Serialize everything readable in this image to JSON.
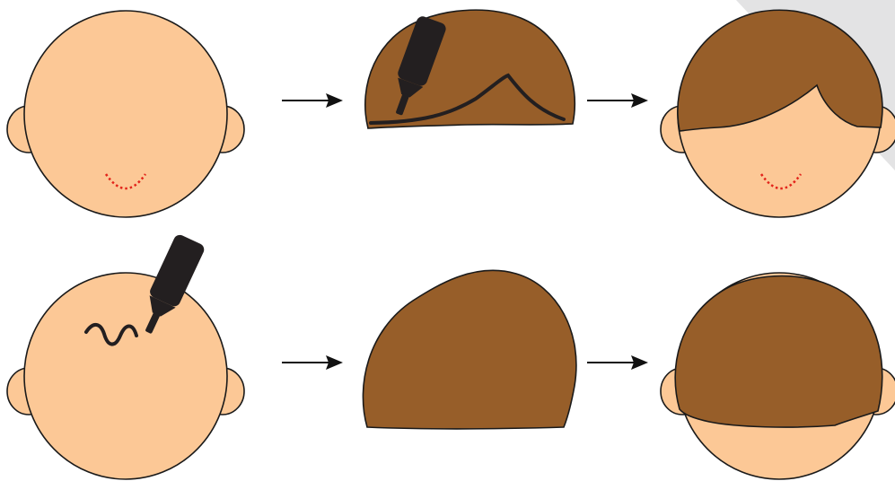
{
  "colors": {
    "skin": "#fcc896",
    "hair": "#975e29",
    "outline": "#1a1a1a",
    "glue": "#231f20",
    "smile": "#e2231a",
    "arrow": "#111111",
    "page_fold": "#e3e3e4"
  },
  "rows": [
    {
      "name": "hair-glued-along-edge",
      "steps": [
        {
          "name": "bald-head",
          "icon": "head-face-icon"
        },
        {
          "name": "hair-piece-glue-edge",
          "icon": "hair-piece-with-glue-bottle-icon"
        },
        {
          "name": "head-with-bangs",
          "icon": "head-with-hair-bangs-icon"
        }
      ]
    },
    {
      "name": "hair-glued-on-head",
      "steps": [
        {
          "name": "back-of-head-glue",
          "icon": "head-back-with-glue-bottle-icon"
        },
        {
          "name": "hair-cap",
          "icon": "hair-cap-icon"
        },
        {
          "name": "head-with-hair-cap",
          "icon": "head-with-hair-cap-icon"
        }
      ]
    }
  ]
}
